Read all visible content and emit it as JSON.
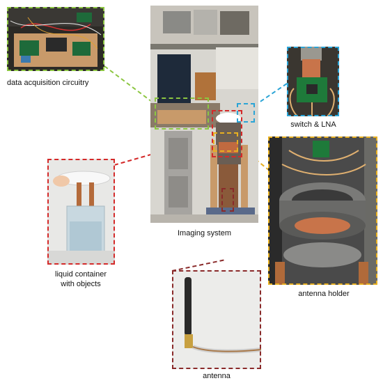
{
  "labels": {
    "daq": "data acquisition circuitry",
    "switch_lna": "switch & LNA",
    "imaging": "Imaging system",
    "liquid_line1": "liquid container",
    "liquid_line2": "with objects",
    "holder": "antenna holder",
    "antenna": "antenna"
  },
  "colors": {
    "daq": "#8cc641",
    "switch_lna": "#2aa4d6",
    "liquid": "#d42a2a",
    "holder": "#e8b020",
    "antenna": "#8a2a2a"
  }
}
